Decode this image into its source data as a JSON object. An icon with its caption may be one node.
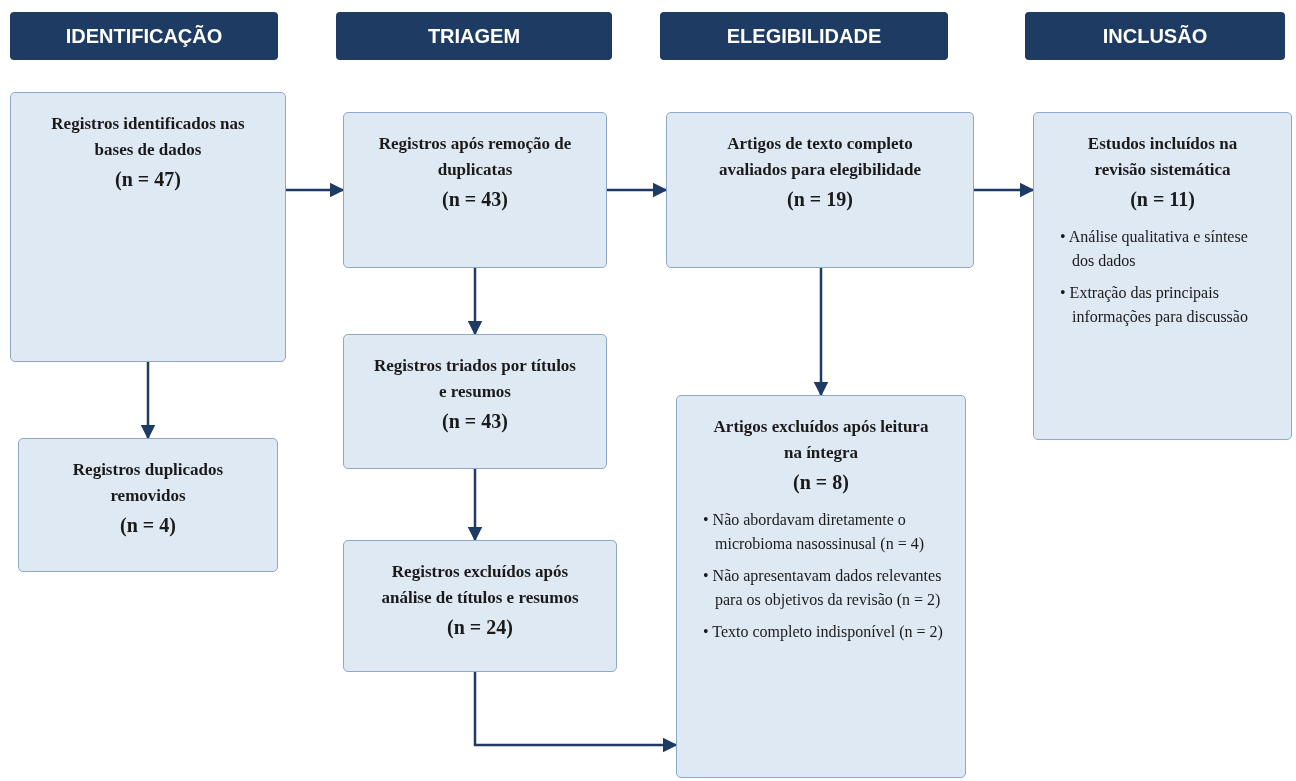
{
  "diagram": {
    "nodes": [
      {
        "text": [
          "IDENTIFICAÇÃO"
        ]
      },
      {
        "text": [
          "TRIAGEM"
        ]
      },
      {
        "text": [
          "ELEGIBILIDADE"
        ]
      },
      {
        "text": [
          "INCLUSÃO"
        ]
      },
      {
        "text": [
          "Registros identificados nas bases de dados",
          "(n = 47)"
        ]
      },
      {
        "text": [
          "Registros duplicados removidos",
          "(n = 4)"
        ]
      },
      {
        "text": [
          "Registros após remoção de duplicatas",
          "(n = 43)"
        ]
      },
      {
        "text": [
          "Registros triados por títulos e resumos",
          "(n = 43)"
        ]
      },
      {
        "text": [
          "Registros excluídos após análise de títulos e resumos",
          "(n = 24)"
        ]
      },
      {
        "text": [
          "Artigos de texto completo avaliados para elegibilidade",
          "(n = 19)"
        ]
      },
      {
        "text": [
          "Artigos excluídos após leitura na íntegra",
          "(n = 8)",
          "• Não abordavam diretamente o microbioma nasossinusal (n = 4)",
          "• Não apresentavam dados relevantes para os objetivos da revisão (n = 2)",
          "• Texto completo indisponível (n = 2)"
        ]
      },
      {
        "text": [
          "Estudos incluídos na revisão sistemática",
          "(n = 11)",
          "• Análise qualitativa e síntese dos dados",
          "• Extração das principais informações para discussão"
        ]
      }
    ],
    "edges": [
      {
        "from": 4,
        "to": 6,
        "arrow": "to"
      },
      {
        "from": 4,
        "to": 5,
        "arrow": "to"
      },
      {
        "from": 6,
        "to": 7,
        "arrow": "to"
      },
      {
        "from": 7,
        "to": 8,
        "arrow": "to"
      },
      {
        "from": 8,
        "to": 10,
        "arrow": "to"
      },
      {
        "from": 6,
        "to": 9,
        "arrow": "to"
      },
      {
        "from": 9,
        "to": 10,
        "arrow": "to"
      },
      {
        "from": 9,
        "to": 11,
        "arrow": "to"
      }
    ]
  }
}
